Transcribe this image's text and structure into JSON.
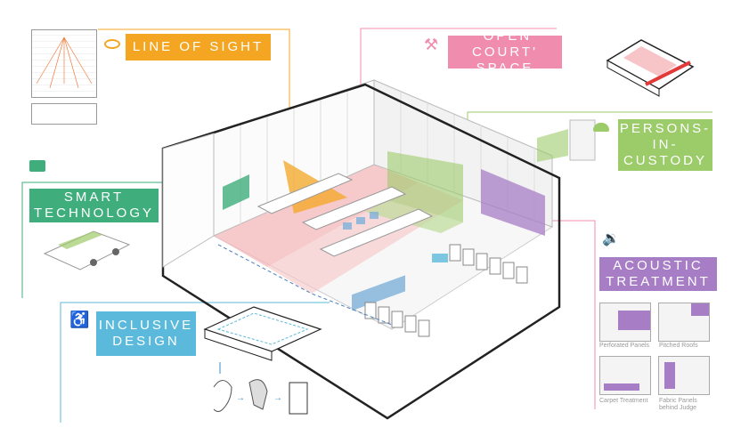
{
  "colors": {
    "line_of_sight": "#F4A623",
    "open_court": "#F08DAE",
    "persons_in_custody": "#9CCB6A",
    "smart_technology": "#3FAE7C",
    "acoustic": "#A77DC6",
    "inclusive": "#5BBADB"
  },
  "callouts": [
    {
      "key": "line_of_sight",
      "label": "LINE OF SIGHT",
      "icon": "eye-icon"
    },
    {
      "key": "open_court",
      "label_line1": "'OPEN COURT'",
      "label_line2": "SPACE",
      "icon": "gavel-icon"
    },
    {
      "key": "persons_in_custody",
      "label_line1": "PERSONS-",
      "label_line2": "IN-",
      "label_line3": "CUSTODY",
      "icon": "officer-cap-icon"
    },
    {
      "key": "smart_technology",
      "label_line1": "SMART",
      "label_line2": "TECHNOLOGY",
      "icon": "video-conference-icon"
    },
    {
      "key": "acoustic",
      "label_line1": "ACOUSTIC",
      "label_line2": "TREATMENT",
      "icon": "speaker-icon"
    },
    {
      "key": "inclusive",
      "label_line1": "INCLUSIVE",
      "label_line2": "DESIGN",
      "icon": "wheelchair-icon"
    }
  ],
  "acoustic_options": [
    "Perforated Panels",
    "Pitched Roofs",
    "Carpet Treatment",
    "Fabric Panels behind Judge"
  ]
}
